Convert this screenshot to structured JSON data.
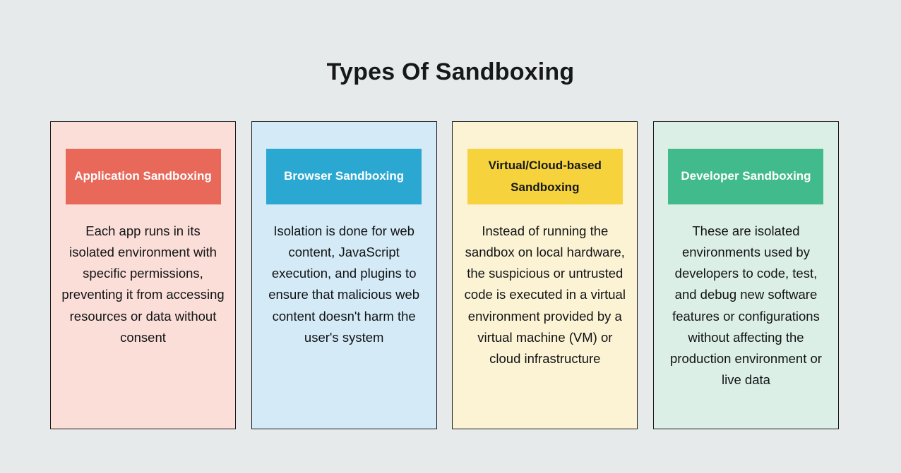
{
  "page": {
    "title": "Types Of Sandboxing",
    "background_color": "#e7eaeb"
  },
  "cards": [
    {
      "header": "Application Sandboxing",
      "body": "Each app runs in its isolated environment with specific permissions, preventing it from accessing resources or data without consent",
      "header_color": "#e8685a",
      "header_text_color": "#ffffff",
      "card_color": "#fbded8"
    },
    {
      "header": "Browser Sandboxing",
      "body": "Isolation is done for web content, JavaScript execution, and plugins to ensure that malicious web content doesn't harm the user's system",
      "header_color": "#2ba8d2",
      "header_text_color": "#ffffff",
      "card_color": "#d4eaf7"
    },
    {
      "header": "Virtual/Cloud-based Sandboxing",
      "body": "Instead of running the sandbox on local hardware, the suspicious or untrusted code is executed in a virtual environment provided by a virtual machine (VM) or cloud infrastructure",
      "header_color": "#f6d33c",
      "header_text_color": "#16181a",
      "card_color": "#fcf3d4"
    },
    {
      "header": "Developer Sandboxing",
      "body": "These are isolated environments used by developers to code, test, and debug new software features or configurations without affecting the production environment or live data",
      "header_color": "#41ba8c",
      "header_text_color": "#ffffff",
      "card_color": "#dcefe6"
    }
  ]
}
